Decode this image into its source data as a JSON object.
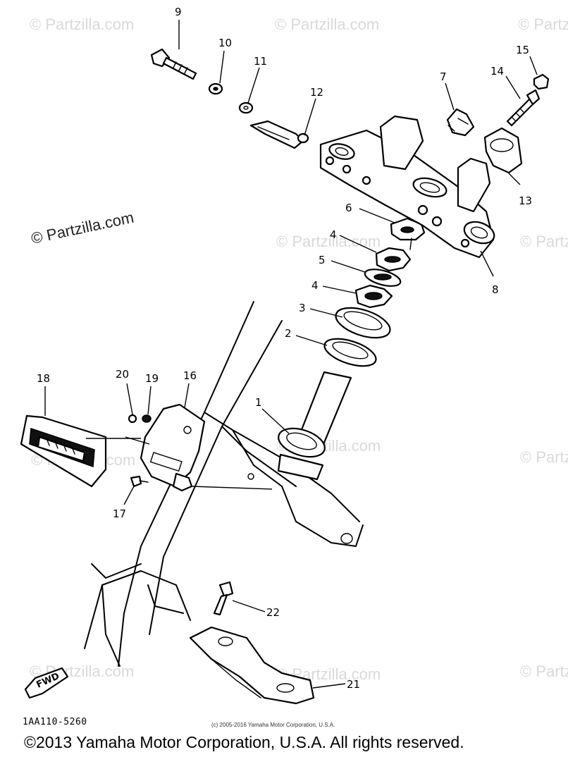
{
  "watermark": "© Partzilla.com",
  "callouts": {
    "c1": "1",
    "c2": "2",
    "c3": "3",
    "c4a": "4",
    "c4b": "4",
    "c5": "5",
    "c6": "6",
    "c7": "7",
    "c8": "8",
    "c9": "9",
    "c10": "10",
    "c11": "11",
    "c12": "12",
    "c13": "13",
    "c14": "14",
    "c15": "15",
    "c16": "16",
    "c17": "17",
    "c18": "18",
    "c19": "19",
    "c20": "20",
    "c21": "21",
    "c22": "22"
  },
  "fwd_label": "FWD",
  "diagram_code": "1AA110-5260",
  "small_copyright": "(c) 2005-2016 Yamaha Motor Corporation, U.S.A.",
  "main_copyright": "©2013 Yamaha Motor Corporation, U.S.A. All rights reserved.",
  "colors": {
    "line": "#000000",
    "watermark": "#d9d9d9",
    "background": "#ffffff"
  }
}
